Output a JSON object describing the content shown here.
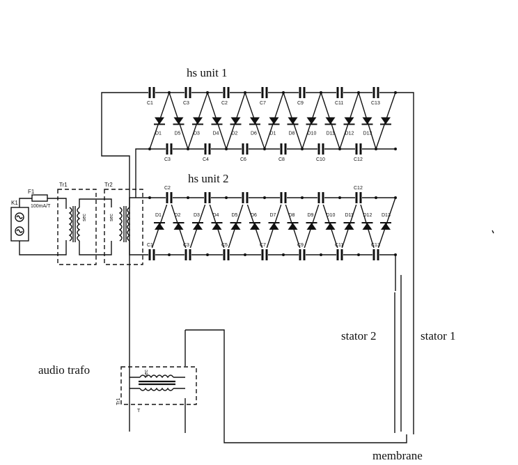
{
  "labels": {
    "hs_unit_1": "hs unit 1",
    "hs_unit_2": "hs unit 2",
    "stator_1": "stator 1",
    "stator_2": "stator 2",
    "audio_trafo": "audio trafo",
    "membrane": "membrane"
  },
  "mains": {
    "connector": "K1",
    "fuse_name": "F1",
    "fuse_rating": "100mA/T",
    "tr1": "Tr1",
    "tr2": "Tr2",
    "sec": "sec"
  },
  "audio_transformer": {
    "name": "Tr1",
    "sec": "sec",
    "primary_mark": "T"
  },
  "hs_unit_1": {
    "top_caps": [
      "C1",
      "C3",
      "C2",
      "C7",
      "C9",
      "C11",
      "C13"
    ],
    "bottom_caps": [
      "C3",
      "C4",
      "C6",
      "C8",
      "C10",
      "C12"
    ],
    "diodes": [
      "D1",
      "D5",
      "D3",
      "D4",
      "D2",
      "D6",
      "D1",
      "D8",
      "D10",
      "D11",
      "D12",
      "D13"
    ]
  },
  "hs_unit_2": {
    "top_caps": [
      "C2",
      "",
      "",
      "",
      "",
      "C12"
    ],
    "bottom_caps": [
      "C1",
      "C3",
      "C5",
      "C7",
      "C9",
      "C11",
      "C13"
    ],
    "diodes": [
      "D1",
      "D2",
      "D3",
      "D4",
      "D5",
      "D6",
      "D7",
      "D8",
      "D9",
      "D10",
      "D11",
      "D12",
      "D13"
    ]
  },
  "colors": {
    "ink": "#111111",
    "paper": "#ffffff"
  }
}
